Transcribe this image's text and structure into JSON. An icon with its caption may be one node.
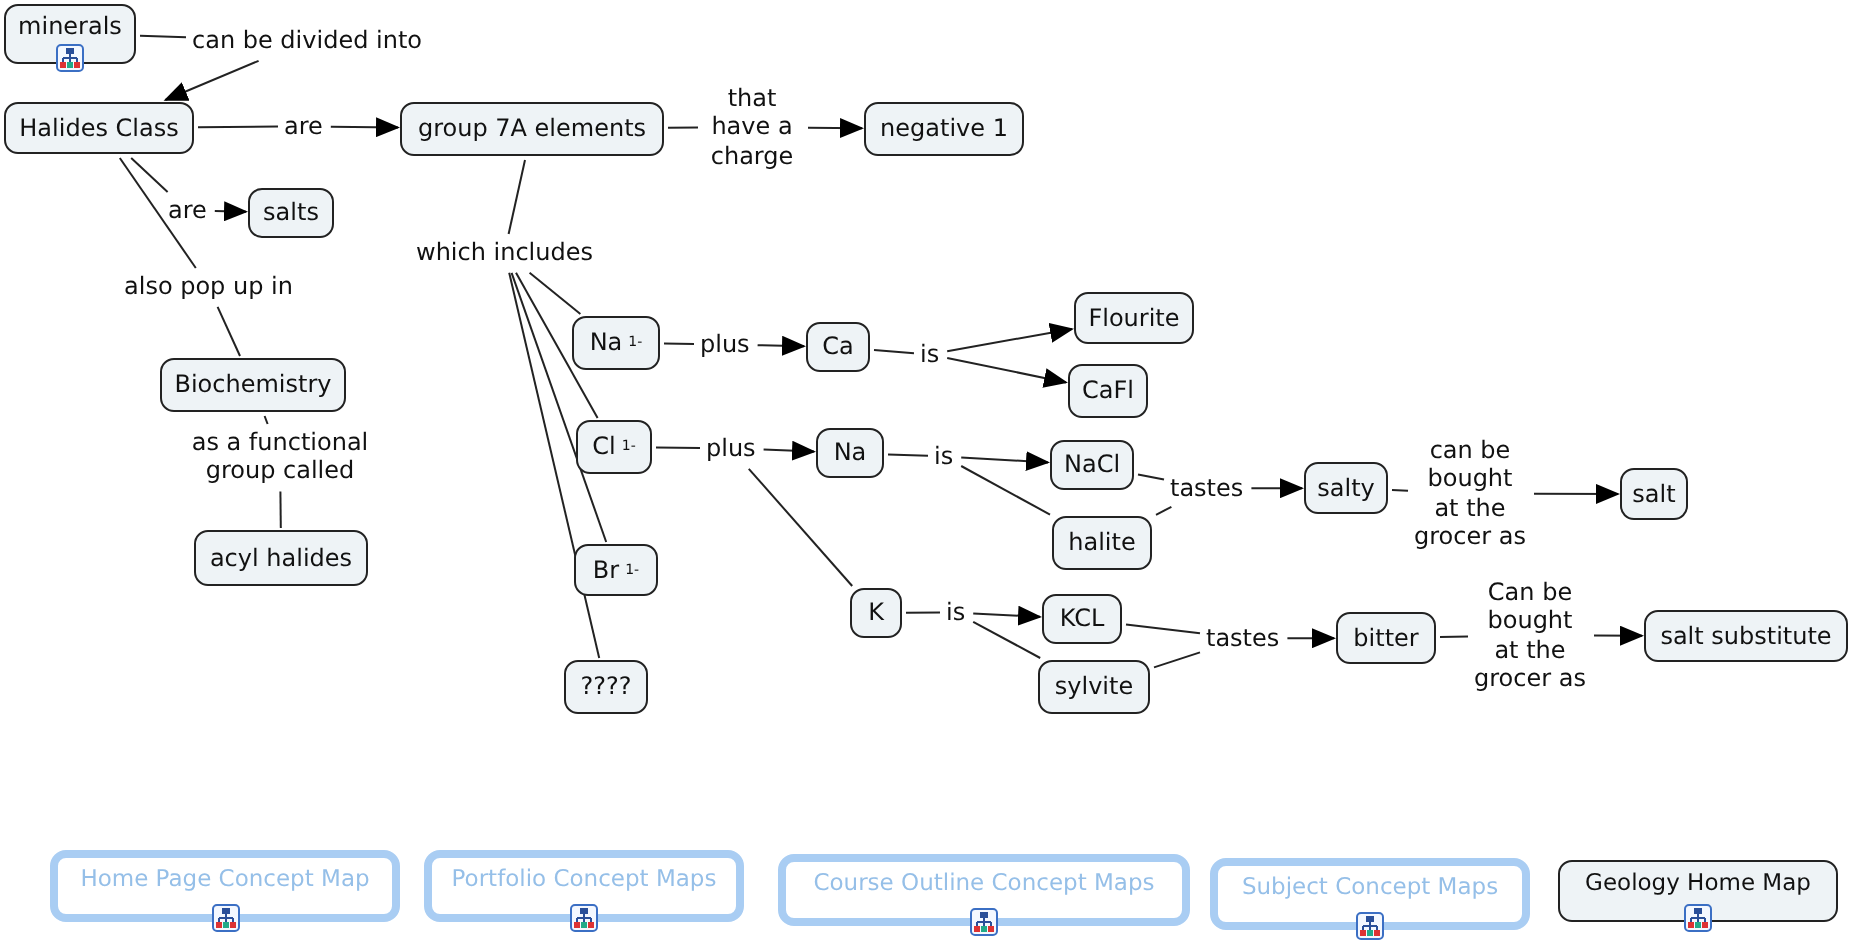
{
  "diagram": {
    "nodes": [
      {
        "text": [
          "minerals"
        ]
      },
      {
        "text": [
          "can be divided into"
        ]
      },
      {
        "text": [
          "Halides Class"
        ]
      },
      {
        "text": [
          "are"
        ]
      },
      {
        "text": [
          "group 7A elements"
        ]
      },
      {
        "text": [
          "that have a charge"
        ]
      },
      {
        "text": [
          "negative 1"
        ]
      },
      {
        "text": [
          "are"
        ]
      },
      {
        "text": [
          "salts"
        ]
      },
      {
        "text": [
          "which includes"
        ]
      },
      {
        "text": [
          "also pop up in"
        ]
      },
      {
        "text": [
          "Biochemistry"
        ]
      },
      {
        "text": [
          "Na $^{1-}$"
        ]
      },
      {
        "text": [
          "plus"
        ]
      },
      {
        "text": [
          "Ca"
        ]
      },
      {
        "text": [
          "is"
        ]
      },
      {
        "text": [
          "Flourite"
        ]
      },
      {
        "text": [
          "CaFl"
        ]
      },
      {
        "text": [
          "Cl $^{1-}$"
        ]
      },
      {
        "text": [
          "plus"
        ]
      },
      {
        "text": [
          "Na"
        ]
      },
      {
        "text": [
          "is"
        ]
      },
      {
        "text": [
          "NaCl"
        ]
      },
      {
        "text": [
          "halite"
        ]
      },
      {
        "text": [
          "tastes"
        ]
      },
      {
        "text": [
          "salty"
        ]
      },
      {
        "text": [
          "can be bought at the grocer as"
        ]
      },
      {
        "text": [
          "salt"
        ]
      },
      {
        "text": [
          "as a functional group called"
        ]
      },
      {
        "text": [
          "acyl halides"
        ]
      },
      {
        "text": [
          "Br $^{1-}$"
        ]
      },
      {
        "text": [
          "K"
        ]
      },
      {
        "text": [
          "is"
        ]
      },
      {
        "text": [
          "KCL"
        ]
      },
      {
        "text": [
          "sylvite"
        ]
      },
      {
        "text": [
          "tastes"
        ]
      },
      {
        "text": [
          "bitter"
        ]
      },
      {
        "text": [
          "Can be bought at the grocer as"
        ]
      },
      {
        "text": [
          "salt substitute"
        ]
      },
      {
        "text": [
          "????"
        ]
      },
      {
        "text": [
          "Home Page Concept Map"
        ]
      },
      {
        "text": [
          "Portfolio Concept Maps"
        ]
      },
      {
        "text": [
          "Course Outline Concept Maps"
        ]
      },
      {
        "text": [
          "Subject Concept Maps"
        ]
      },
      {
        "text": [
          "Geology Home Map"
        ]
      }
    ],
    "edges": [
      {
        "from": 0,
        "to": 1,
        "arrow": "none"
      },
      {
        "from": 1,
        "to": 2,
        "arrow": "to"
      },
      {
        "from": 2,
        "to": 3,
        "arrow": "none"
      },
      {
        "from": 3,
        "to": 4,
        "arrow": "to"
      },
      {
        "from": 4,
        "to": 5,
        "arrow": "none"
      },
      {
        "from": 5,
        "to": 6,
        "arrow": "to"
      },
      {
        "from": 2,
        "to": 7,
        "arrow": "none"
      },
      {
        "from": 7,
        "to": 8,
        "arrow": "to"
      },
      {
        "from": 4,
        "to": 9,
        "arrow": "none"
      },
      {
        "from": 9,
        "to": 12,
        "arrow": "none"
      },
      {
        "from": 9,
        "to": 18,
        "arrow": "none"
      },
      {
        "from": 9,
        "to": 30,
        "arrow": "none"
      },
      {
        "from": 9,
        "to": 39,
        "arrow": "none"
      },
      {
        "from": 2,
        "to": 10,
        "arrow": "none"
      },
      {
        "from": 10,
        "to": 11,
        "arrow": "none"
      },
      {
        "from": 11,
        "to": 28,
        "arrow": "none"
      },
      {
        "from": 28,
        "to": 29,
        "arrow": "none"
      },
      {
        "from": 12,
        "to": 13,
        "arrow": "none"
      },
      {
        "from": 13,
        "to": 14,
        "arrow": "to"
      },
      {
        "from": 14,
        "to": 15,
        "arrow": "none"
      },
      {
        "from": 15,
        "to": 16,
        "arrow": "to"
      },
      {
        "from": 15,
        "to": 17,
        "arrow": "to"
      },
      {
        "from": 18,
        "to": 19,
        "arrow": "none"
      },
      {
        "from": 19,
        "to": 20,
        "arrow": "to"
      },
      {
        "from": 19,
        "to": 31,
        "arrow": "none"
      },
      {
        "from": 20,
        "to": 21,
        "arrow": "none"
      },
      {
        "from": 21,
        "to": 22,
        "arrow": "to"
      },
      {
        "from": 21,
        "to": 23,
        "arrow": "none"
      },
      {
        "from": 22,
        "to": 24,
        "arrow": "none"
      },
      {
        "from": 23,
        "to": 24,
        "arrow": "none"
      },
      {
        "from": 24,
        "to": 25,
        "arrow": "to"
      },
      {
        "from": 25,
        "to": 26,
        "arrow": "none"
      },
      {
        "from": 26,
        "to": 27,
        "arrow": "to"
      },
      {
        "from": 31,
        "to": 32,
        "arrow": "none"
      },
      {
        "from": 32,
        "to": 33,
        "arrow": "to"
      },
      {
        "from": 32,
        "to": 34,
        "arrow": "none"
      },
      {
        "from": 33,
        "to": 35,
        "arrow": "none"
      },
      {
        "from": 34,
        "to": 35,
        "arrow": "none"
      },
      {
        "from": 35,
        "to": 36,
        "arrow": "to"
      },
      {
        "from": 36,
        "to": 37,
        "arrow": "none"
      },
      {
        "from": 37,
        "to": 38,
        "arrow": "to"
      }
    ]
  }
}
